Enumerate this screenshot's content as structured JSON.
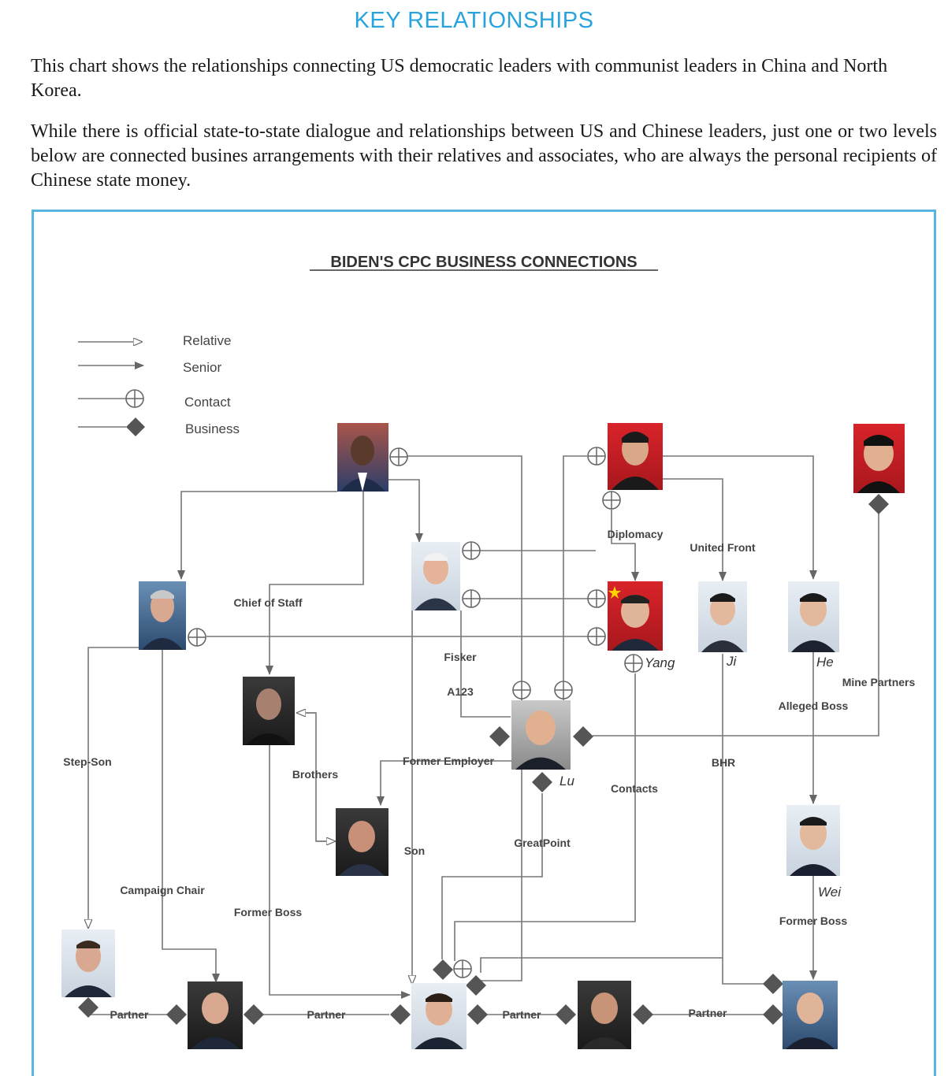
{
  "header": {
    "title": "KEY RELATIONSHIPS",
    "paragraph1": "This chart shows the relationships connecting US democratic leaders with communist leaders in China and North Korea.",
    "paragraph2": "While there is official state-to-state dialogue and relationships between US and Chinese leaders, just one or two levels below are connected busines arrangements with their relatives and associates, who are always the personal recipients of Chinese state money."
  },
  "diagram": {
    "title": "BIDEN'S CPC BUSINESS CONNECTIONS",
    "legend": {
      "relative": "Relative",
      "senior": "Senior",
      "contact": "Contact",
      "business": "Business"
    },
    "labels": {
      "diplomacy": "Diplomacy",
      "united_front": "United Front",
      "chief_of_staff": "Chief of Staff",
      "fisker": "Fisker",
      "a123": "A123",
      "mine_partners": "Mine Partners",
      "alleged_boss": "Alleged Boss",
      "step_son": "Step-Son",
      "brothers": "Brothers",
      "former_employer": "Former Employer",
      "bhr": "BHR",
      "contacts": "Contacts",
      "son": "Son",
      "greatpoint": "GreatPoint",
      "campaign_chair": "Campaign Chair",
      "former_boss_left": "Former Boss",
      "former_boss_right": "Former Boss",
      "partner_1": "Partner",
      "partner_2": "Partner",
      "partner_3": "Partner",
      "partner_4": "Partner"
    },
    "names": {
      "yang": "Yang",
      "ji": "Ji",
      "he": "He",
      "lu": "Lu",
      "wei": "Wei"
    }
  },
  "colors": {
    "title_blue": "#29a3dc",
    "frame_blue": "#5ab4e0",
    "line_grey": "#777777"
  }
}
